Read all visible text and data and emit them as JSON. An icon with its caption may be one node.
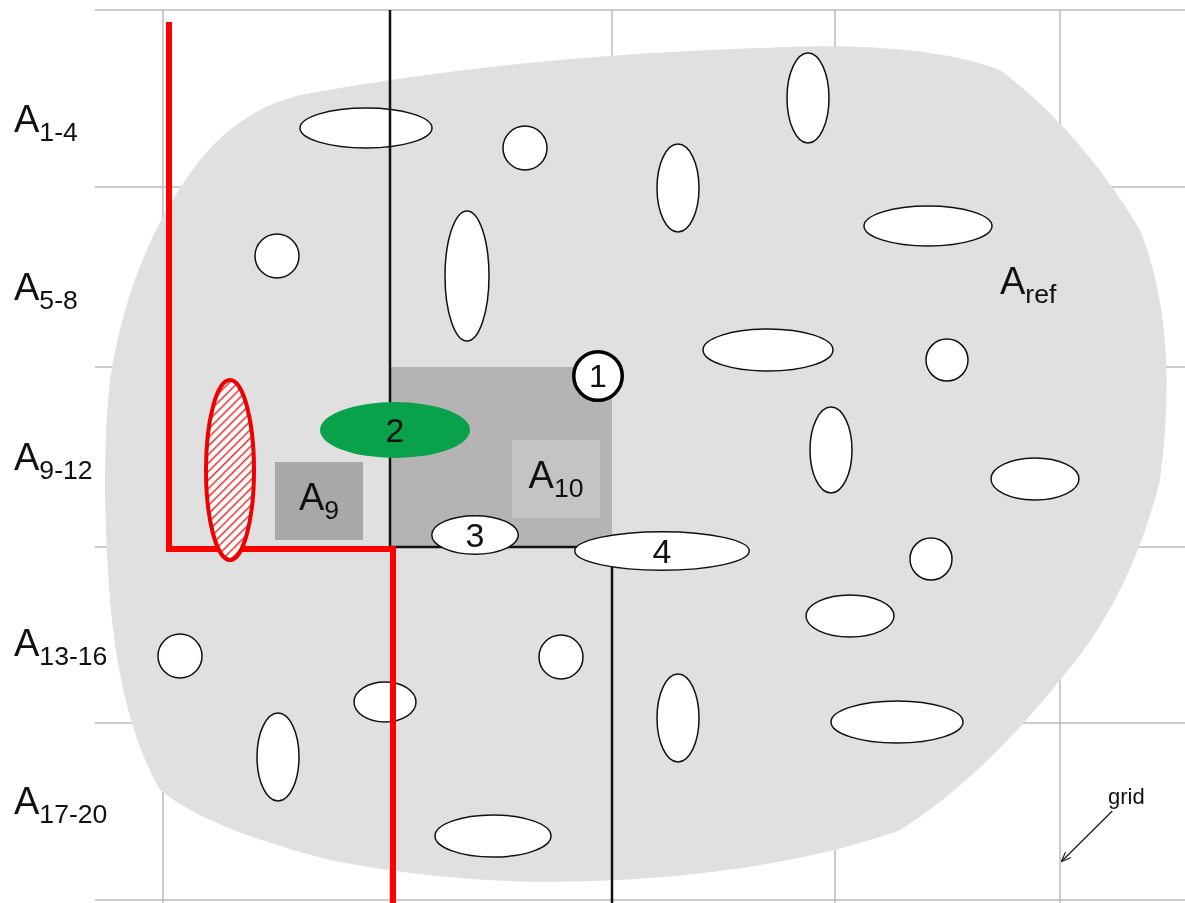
{
  "diagram": {
    "nodes": [
      {
        "text": [
          "1"
        ]
      },
      {
        "text": [
          "2"
        ]
      },
      {
        "text": [
          "A$_{9}$"
        ]
      },
      {
        "text": [
          "A$_{10}$"
        ]
      },
      {
        "text": [
          "3"
        ]
      },
      {
        "text": [
          "4"
        ]
      },
      {
        "text": [
          "grid"
        ]
      },
      {
        "text": [],
        "shape": "bar"
      }
    ],
    "edges": [
      {
        "from": 6,
        "to": 7,
        "arrow": "to"
      }
    ],
    "labels": [
      "A$_{1-4}$",
      "A$_{5-8}$",
      "A$_{ref}$",
      "A$_{9-12}$",
      "A$_{13-16}$",
      "A$_{17-20}$"
    ]
  }
}
